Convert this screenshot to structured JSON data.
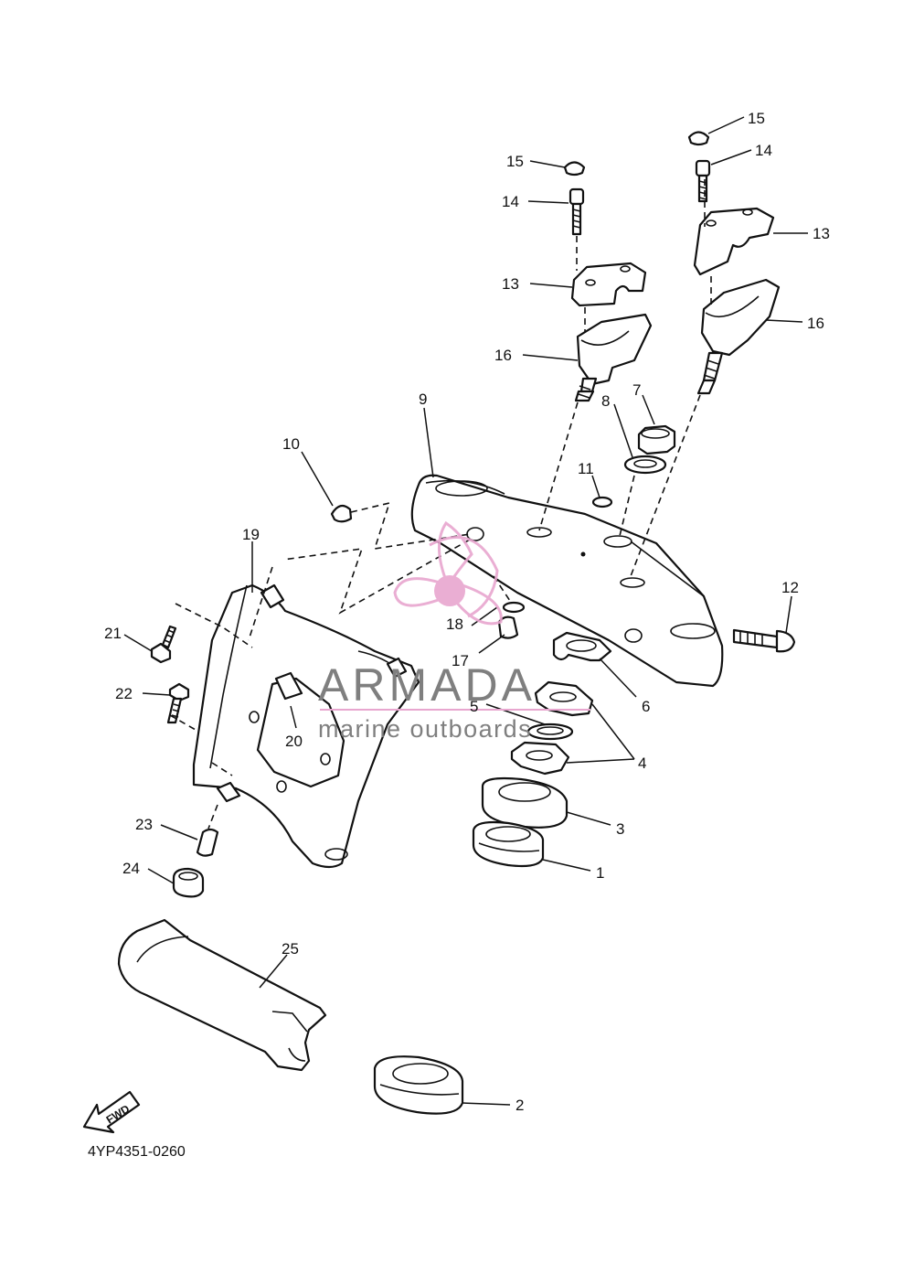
{
  "callouts": [
    "1",
    "2",
    "3",
    "4",
    "5",
    "6",
    "7",
    "8",
    "9",
    "10",
    "11",
    "12",
    "13",
    "14",
    "15",
    "16",
    "17",
    "18",
    "19",
    "20",
    "21",
    "22",
    "23",
    "24",
    "25"
  ],
  "part_code": "4YP4351-0260",
  "direction_label": "FWD",
  "watermark": {
    "title": "ARMADA",
    "subtitle": "marine outboards",
    "logo_color": "#e8a6cf",
    "text_color": "#7f7f7f"
  }
}
